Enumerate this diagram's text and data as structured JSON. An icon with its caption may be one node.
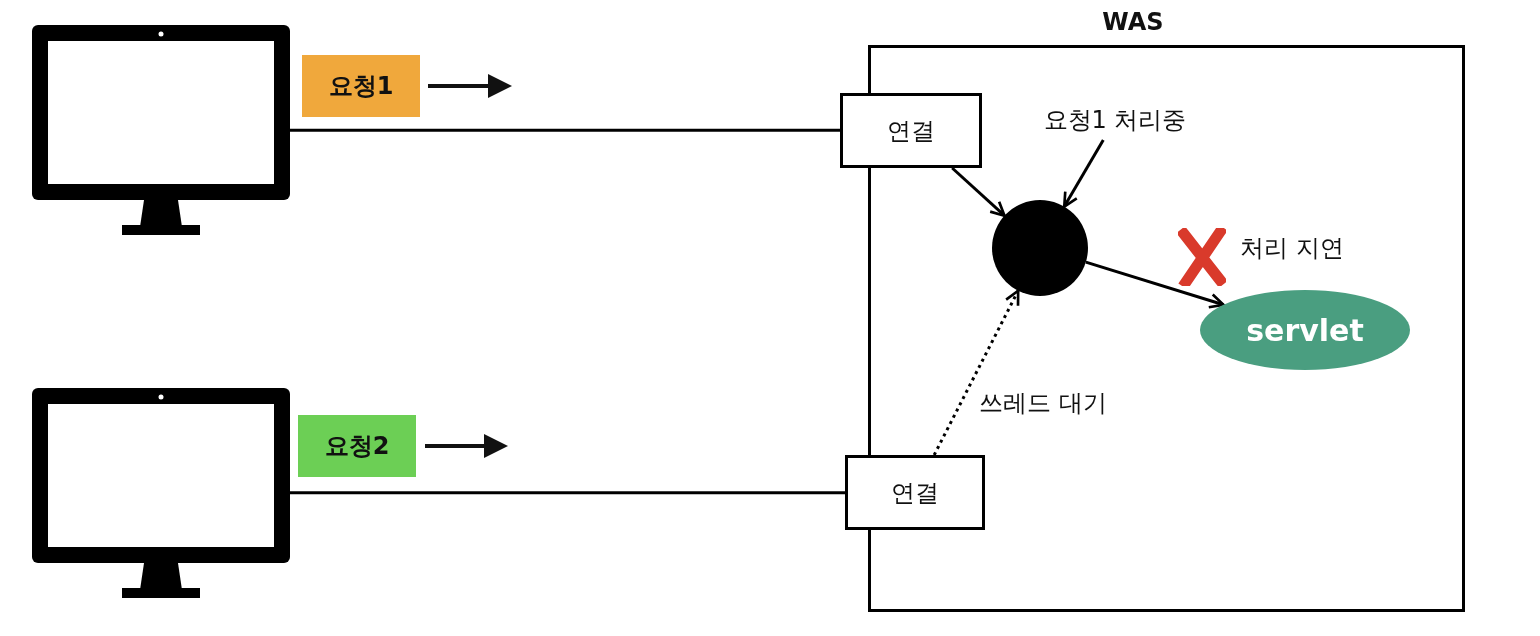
{
  "diagram": {
    "nodes": [
      {
        "text": [],
        "shape": "monitor"
      },
      {
        "text": [
          "요청1"
        ]
      },
      {
        "text": [
          "WAS"
        ]
      },
      {
        "text": [
          "연결"
        ]
      },
      {
        "text": [
          "요청1 처리중"
        ],
        "in": 2
      },
      {
        "text": [],
        "shape": "circle",
        "in": 2
      },
      {
        "text": [
          "servlet"
        ],
        "in": 2
      },
      {
        "text": [],
        "shape": "monitor"
      },
      {
        "text": [
          "요청2"
        ]
      },
      {
        "text": [
          "연결"
        ]
      }
    ],
    "edges": [
      {
        "from": 0,
        "to": 3,
        "arrow": "none"
      },
      {
        "from": 3,
        "to": 5,
        "arrow": "to"
      },
      {
        "from": 4,
        "to": 5,
        "arrow": "to"
      },
      {
        "from": 5,
        "to": 6,
        "arrow": "to"
      },
      {
        "from": 7,
        "to": 9,
        "arrow": "none"
      },
      {
        "from": 9,
        "to": 5,
        "arrow": "to",
        "style": "dashed",
        "label": "쓰레드 대기"
      }
    ],
    "labels": [
      "처리 지연"
    ]
  }
}
